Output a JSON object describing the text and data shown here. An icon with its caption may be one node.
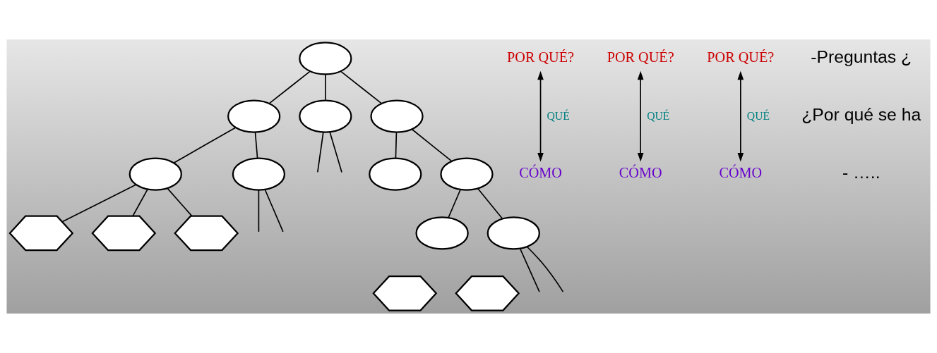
{
  "diagram": {
    "nodes": [
      {
        "text": [],
        "shape": "ellipse"
      },
      {
        "text": [],
        "shape": "ellipse"
      },
      {
        "text": [],
        "shape": "ellipse"
      },
      {
        "text": [],
        "shape": "ellipse"
      },
      {
        "text": [],
        "shape": "ellipse"
      },
      {
        "text": [],
        "shape": "ellipse"
      },
      {
        "text": [],
        "shape": "ellipse"
      },
      {
        "text": [],
        "shape": "ellipse"
      },
      {
        "text": [],
        "shape": "hexagon"
      },
      {
        "text": [],
        "shape": "hexagon"
      },
      {
        "text": [],
        "shape": "hexagon"
      },
      {
        "text": [],
        "shape": "ellipse"
      },
      {
        "text": [],
        "shape": "ellipse"
      },
      {
        "text": [],
        "shape": "hexagon"
      },
      {
        "text": [],
        "shape": "hexagon"
      },
      {
        "text": [
          "POR QUÉ?"
        ]
      },
      {
        "text": [
          "CÓMO"
        ]
      },
      {
        "text": [
          "POR QUÉ?"
        ]
      },
      {
        "text": [
          "CÓMO"
        ]
      },
      {
        "text": [
          "POR QUÉ?"
        ]
      },
      {
        "text": [
          "CÓMO"
        ]
      }
    ],
    "edges": [
      {
        "from": 0,
        "to": 1,
        "arrow": "none"
      },
      {
        "from": 0,
        "to": 2,
        "arrow": "none"
      },
      {
        "from": 0,
        "to": 3,
        "arrow": "none"
      },
      {
        "from": 1,
        "to": 4,
        "arrow": "none"
      },
      {
        "from": 1,
        "to": 5,
        "arrow": "none"
      },
      {
        "from": 2,
        "to": null,
        "arrow": "none"
      },
      {
        "from": 2,
        "to": null,
        "arrow": "none"
      },
      {
        "from": 3,
        "to": 6,
        "arrow": "none"
      },
      {
        "from": 3,
        "to": 7,
        "arrow": "none"
      },
      {
        "from": 4,
        "to": 8,
        "arrow": "none"
      },
      {
        "from": 4,
        "to": 9,
        "arrow": "none"
      },
      {
        "from": 4,
        "to": 10,
        "arrow": "none"
      },
      {
        "from": 5,
        "to": null,
        "arrow": "none"
      },
      {
        "from": 5,
        "to": null,
        "arrow": "none"
      },
      {
        "from": 7,
        "to": 11,
        "arrow": "none"
      },
      {
        "from": 7,
        "to": 12,
        "arrow": "none"
      },
      {
        "from": 12,
        "to": null,
        "arrow": "none"
      },
      {
        "from": 12,
        "to": null,
        "arrow": "none"
      },
      {
        "from": 15,
        "to": 16,
        "arrow": "both",
        "label": "QUÉ"
      },
      {
        "from": 17,
        "to": 18,
        "arrow": "both",
        "label": "QUÉ"
      },
      {
        "from": 19,
        "to": 20,
        "arrow": "both",
        "label": "QUÉ"
      }
    ],
    "labels": [
      "-Preguntas ¿",
      "¿Por qué se ha",
      "- ….."
    ]
  }
}
